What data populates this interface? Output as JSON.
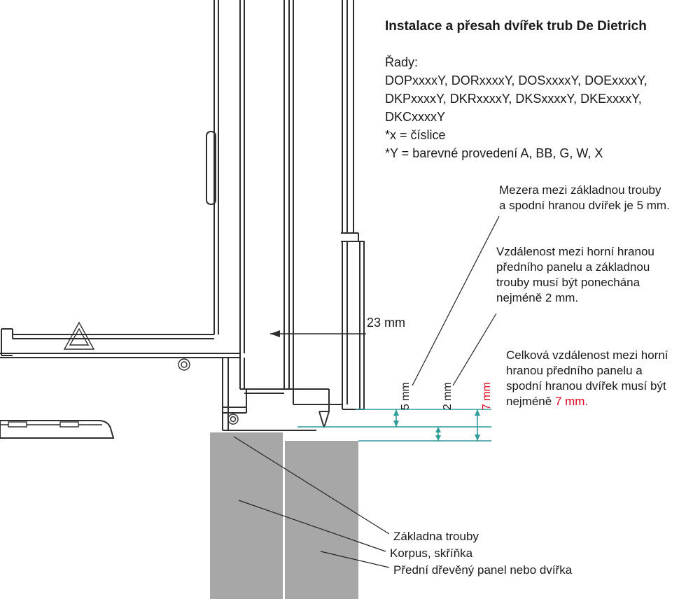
{
  "title": "Instalace a přesah dvířek trub De Dietrich",
  "series": {
    "heading": "Řady:",
    "lines": [
      "DOPxxxxY, DORxxxxY, DOSxxxxY, DOExxxxY,",
      "DKPxxxxY, DKRxxxxY, DKSxxxxY, DKExxxxY,",
      "DKCxxxxY"
    ],
    "note_x": "*x = číslice",
    "note_y": "*Y = barevné provedení A, BB, G, W, X"
  },
  "annotations": {
    "gap5": {
      "lines": [
        "Mezera mezi základnou trouby",
        "a spodní hranou dvířek je 5 mm."
      ]
    },
    "gap2": {
      "lines": [
        "Vzdálenost mezi horní hranou",
        "předního panelu a základnou",
        "trouby musí být ponechána",
        "nejméně 2 mm."
      ]
    },
    "gap7": {
      "lines": [
        "Celková vzdálenost mezi horní",
        "hranou předního panelu a",
        "spodní hranou dvířek musí být"
      ],
      "last_pre": "nejméně ",
      "last_value": "7 mm."
    }
  },
  "dimensions": {
    "depth": "23 mm",
    "gap5": "5 mm",
    "gap2": "2 mm",
    "gap7": "7 mm"
  },
  "part_labels": {
    "oven_base": "Základna trouby",
    "cabinet": "Korpus, skříňka",
    "front_panel": "Přední dřevěný panel nebo dvířka"
  },
  "colors": {
    "line": "#2e2e2e",
    "dimension_teal": "#2f9c9c",
    "accent_red": "#e2001a",
    "cabinet_fill": "#a7a7a7"
  }
}
